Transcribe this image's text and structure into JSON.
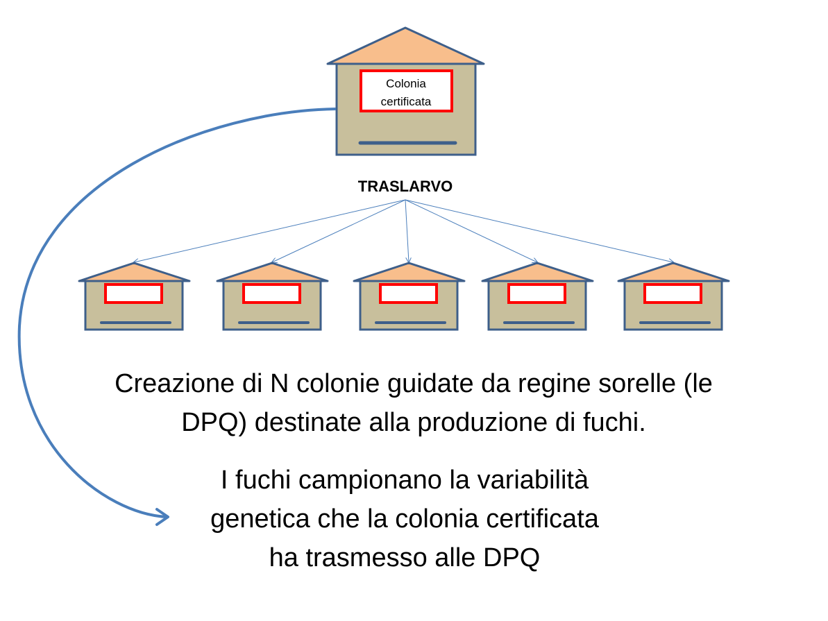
{
  "source_house": {
    "label": "Colonia certificata"
  },
  "process_label": "TRASLARVO",
  "daughter_colonies_count": 5,
  "paragraph1": {
    "lines": [
      "Creazione di N colonie guidate da regine sorelle (le",
      "DPQ) destinate alla produzione di fuchi."
    ]
  },
  "paragraph2": {
    "lines": [
      "I fuchi campionano la variabilità",
      "genetica che la colonia certificata",
      "ha trasmesso alle DPQ"
    ]
  },
  "colors": {
    "roof": "#F8BE8C",
    "body": "#C8BF9C",
    "outline": "#3E5F8A",
    "window": "#FF0000",
    "arrow": "#4A7EBB"
  }
}
